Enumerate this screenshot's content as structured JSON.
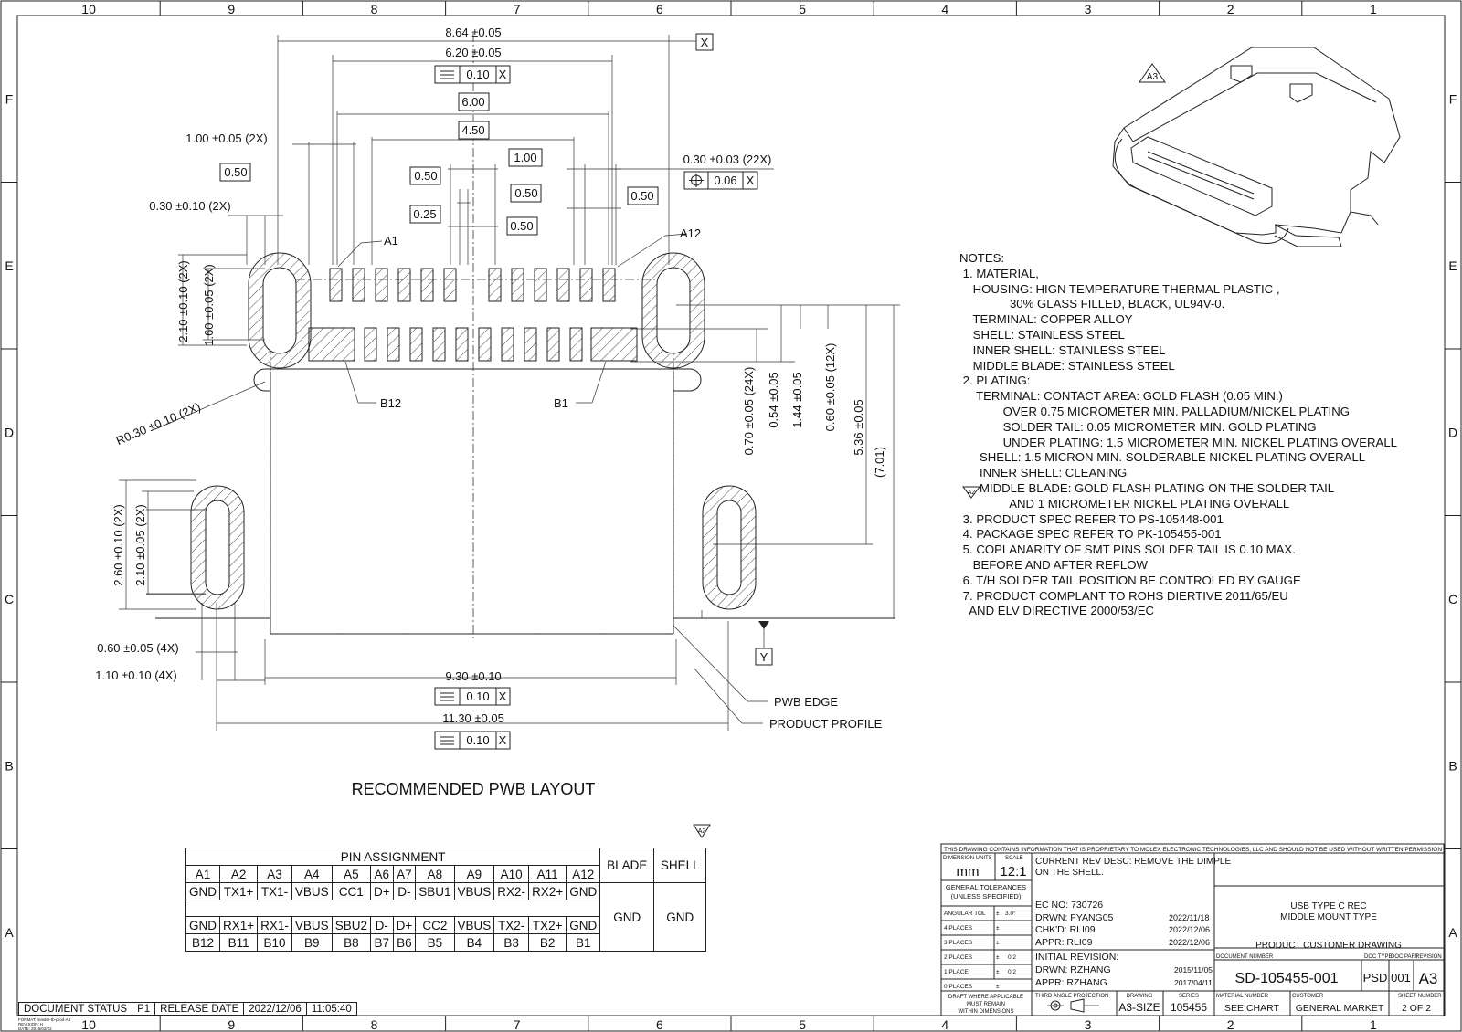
{
  "frame": {
    "columns": [
      "10",
      "9",
      "8",
      "7",
      "6",
      "5",
      "4",
      "3",
      "2",
      "1"
    ],
    "rows": [
      "F",
      "E",
      "D",
      "C",
      "B",
      "A"
    ]
  },
  "dims": {
    "d864": "8.64 ±0.05",
    "d620": "6.20 ±0.05",
    "flat010": "0.10",
    "datum_x": "X",
    "datum_y": "Y",
    "d600": "6.00",
    "d450": "4.50",
    "d100_2x": "1.00 ±0.05 (2X)",
    "b050a": "0.50",
    "b050b": "0.50",
    "b100": "1.00",
    "b050c": "0.50",
    "b050d": "0.50",
    "b025": "0.25",
    "b050e": "0.50",
    "d030_22x": "0.30 ±0.03 (22X)",
    "pos006": "0.06",
    "d030_2x": "0.30 ±0.10 (2X)",
    "a1": "A1",
    "a12": "A12",
    "b12": "B12",
    "b1": "B1",
    "d210_2x": "2.10 ±0.10 (2X)",
    "d160_2x": "1.60 ±0.05 (2X)",
    "r030": "R0.30 ±0.10 (2X)",
    "d070_24x": "0.70 ±0.05 (24X)",
    "d054": "0.54 ±0.05",
    "d144": "1.44 ±0.05",
    "d060_12x": "0.60 ±0.05 (12X)",
    "d536": "5.36 ±0.05",
    "d701": "(7.01)",
    "d260_2x": "2.60 ±0.10 (2X)",
    "d210b_2x": "2.10 ±0.05 (2X)",
    "d060_4x": "0.60 ±0.05 (4X)",
    "d110_4x": "1.10 ±0.10 (4X)",
    "d930": "9.30 ±0.10",
    "d1130": "11.30 ±0.05",
    "pwb_edge": "PWB EDGE",
    "product_profile": "PRODUCT PROFILE",
    "a3_tag": "A3",
    "a2_tag": "A2"
  },
  "layout_title": "RECOMMENDED PWB LAYOUT",
  "notes": [
    "NOTES:",
    " 1. MATERIAL,",
    "    HOUSING: HIGN TEMPERATURE THERMAL PLASTIC ,",
    "               30% GLASS FILLED, BLACK, UL94V-0.",
    "    TERMINAL: COPPER ALLOY",
    "    SHELL: STAINLESS STEEL",
    "    INNER SHELL: STAINLESS STEEL",
    "    MIDDLE BLADE: STAINLESS STEEL",
    " 2. PLATING:",
    "     TERMINAL: CONTACT AREA: GOLD FLASH (0.05 MIN.)",
    "             OVER 0.75 MICROMETER MIN. PALLADIUM/NICKEL PLATING",
    "             SOLDER TAIL: 0.05 MICROMETER MIN. GOLD PLATING",
    "             UNDER PLATING: 1.5 MICROMETER MIN. NICKEL PLATING OVERALL",
    "      SHELL: 1.5 MICRON MIN. SOLDERABLE NICKEL PLATING OVERALL",
    "      INNER SHELL: CLEANING",
    "      MIDDLE BLADE: GOLD FLASH PLATING ON THE SOLDER TAIL",
    "               AND 1 MICROMETER NICKEL PLATING OVERALL",
    " 3. PRODUCT SPEC REFER TO PS-105448-001",
    " 4. PACKAGE SPEC REFER TO PK-105455-001",
    " 5. COPLANARITY OF SMT PINS SOLDER TAIL IS 0.10 MAX.",
    "    BEFORE AND AFTER REFLOW",
    " 6. T/H SOLDER TAIL POSITION BE CONTROLED BY GAUGE",
    " 7. PRODUCT COMPLANT TO ROHS DIERTIVE 2011/65/EU",
    "   AND ELV DIRECTIVE 2000/53/EC"
  ],
  "pin_table": {
    "title": "PIN ASSIGNMENT",
    "row_a_ids": [
      "A1",
      "A2",
      "A3",
      "A4",
      "A5",
      "A6",
      "A7",
      "A8",
      "A9",
      "A10",
      "A11",
      "A12"
    ],
    "row_a_sig": [
      "GND",
      "TX1+",
      "TX1-",
      "VBUS",
      "CC1",
      "D+",
      "D-",
      "SBU1",
      "VBUS",
      "RX2-",
      "RX2+",
      "GND"
    ],
    "row_b_sig": [
      "GND",
      "RX1+",
      "RX1-",
      "VBUS",
      "SBU2",
      "D-",
      "D+",
      "CC2",
      "VBUS",
      "TX2-",
      "TX2+",
      "GND"
    ],
    "row_b_ids": [
      "B12",
      "B11",
      "B10",
      "B9",
      "B8",
      "B7",
      "B6",
      "B5",
      "B4",
      "B3",
      "B2",
      "B1"
    ],
    "blade": "BLADE",
    "shell": "SHELL",
    "blade_val": "GND",
    "shell_val": "GND"
  },
  "title_block": {
    "proprietary": "THIS DRAWING CONTAINS INFORMATION THAT IS PROPRIETARY TO MOLEX ELECTRONIC TECHNOLOGIES, LLC AND SHOULD NOT BE USED WITHOUT WRITTEN PERMISSION",
    "dim_units_label": "DIMENSION UNITS",
    "scale_label": "SCALE",
    "units": "mm",
    "scale": "12:1",
    "rev_desc_1": "CURRENT REV DESC: REMOVE THE DIMPLE",
    "rev_desc_2": "ON THE SHELL.",
    "gen_tol": "GENERAL TOLERANCES",
    "unless": "(UNLESS SPECIFIED)",
    "angular": "ANGULAR TOL",
    "angular_val": "3.0°",
    "pm": "±",
    "places4": "4 PLACES",
    "places3": "3 PLACES",
    "places2": "2 PLACES",
    "places2_val": "0.2",
    "places1": "1 PLACE",
    "places1_val": "0.2",
    "places0": "0 PLACES",
    "draft1": "DRAFT WHERE APPLICABLE",
    "draft2": "MUST REMAIN",
    "draft3": "WITHIN DIMENSIONS",
    "ec_no": "EC NO:   730726",
    "drwn": "DRWN:   FYANG05",
    "drwn_date": "2022/11/18",
    "chkd": "CHK'D:  RLI09",
    "chkd_date": "2022/12/06",
    "appr": "APPR:   RLI09",
    "appr_date": "2022/12/06",
    "initial": "INITIAL REVISION:",
    "i_drwn": "DRWN:   RZHANG",
    "i_drwn_date": "2015/11/05",
    "i_appr": "APPR:   RZHANG",
    "i_appr_date": "2017/04/11",
    "third_angle": "THIRD ANGLE PROJECTION",
    "drawing_label": "DRAWING",
    "drawing_val": "A3-SIZE",
    "series_label": "SERIES",
    "series_val": "105455",
    "product_1": "USB TYPE C REC",
    "product_2": "MIDDLE MOUNT TYPE",
    "drawing_type": "PRODUCT CUSTOMER DRAWING",
    "doc_no_label": "DOCUMENT NUMBER",
    "doc_no": "SD-105455-001",
    "doc_type_label": "DOC TYPE",
    "doc_type": "PSD",
    "doc_part_label": "DOC PART",
    "doc_part": "001",
    "rev_label": "REVISION",
    "rev": "A3",
    "material_label": "MATERIAL NUMBER",
    "material": "SEE CHART",
    "customer_label": "CUSTOMER",
    "customer": "GENERAL MARKET",
    "sheet_label": "SHEET NUMBER",
    "sheet": "2 OF 2"
  },
  "status": {
    "doc_status_label": "DOCUMENT STATUS",
    "doc_status": "P1",
    "release_label": "RELEASE DATE",
    "release_date": "2022/12/06",
    "release_time": "11:05:40",
    "format_1": "FORMAT: master-tb-prod-A3",
    "format_2": "REVISION: H",
    "format_3": "DATE: 2016/02/22"
  }
}
